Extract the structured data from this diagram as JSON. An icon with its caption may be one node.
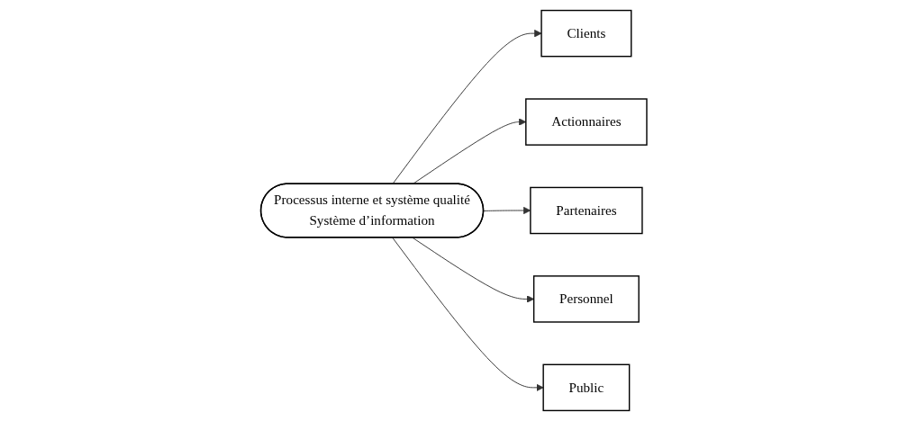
{
  "diagram": {
    "nodes": [
      {
        "text": [
          "Clients"
        ]
      },
      {
        "text": [
          "Actionnaires"
        ]
      },
      {
        "text": [
          "Partenaires"
        ]
      },
      {
        "text": [
          "Processus interne et système qualité",
          "Système  d’information"
        ]
      },
      {
        "text": [
          "Personnel"
        ]
      },
      {
        "text": [
          "Public"
        ]
      }
    ],
    "edges": [
      {
        "from": 3,
        "to": 0,
        "arrow": "to"
      },
      {
        "from": 3,
        "to": 1,
        "arrow": "to"
      },
      {
        "from": 3,
        "to": 2,
        "arrow": "to"
      },
      {
        "from": 3,
        "to": 4,
        "arrow": "to"
      },
      {
        "from": 3,
        "to": 5,
        "arrow": "to"
      }
    ]
  }
}
